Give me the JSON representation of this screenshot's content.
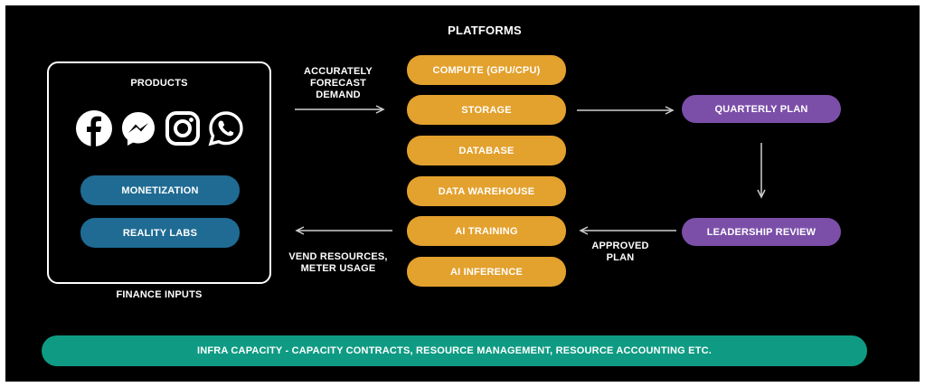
{
  "title": "PLATFORMS",
  "products": {
    "heading": "PRODUCTS",
    "icons": [
      "facebook-icon",
      "messenger-icon",
      "instagram-icon",
      "whatsapp-icon"
    ],
    "items": [
      "MONETIZATION",
      "REALITY LABS"
    ],
    "footer": "FINANCE INPUTS"
  },
  "arrows": {
    "forecast": [
      "ACCURATELY",
      "FORECAST",
      "DEMAND"
    ],
    "vend": [
      "VEND RESOURCES,",
      "METER USAGE"
    ],
    "approved": [
      "APPROVED",
      "PLAN"
    ]
  },
  "platforms": [
    "COMPUTE (GPU/CPU)",
    "STORAGE",
    "DATABASE",
    "DATA WAREHOUSE",
    "AI TRAINING",
    "AI INFERENCE"
  ],
  "process": {
    "quarterly": "QUARTERLY PLAN",
    "leadership": "LEADERSHIP REVIEW"
  },
  "infra": "INFRA CAPACITY - CAPACITY CONTRACTS, RESOURCE MANAGEMENT, RESOURCE ACCOUNTING ETC.",
  "colors": {
    "background": "#000000",
    "platform": "#e3a12d",
    "process": "#7b4fa8",
    "product": "#1f6b93",
    "infra": "#0f9b83"
  }
}
